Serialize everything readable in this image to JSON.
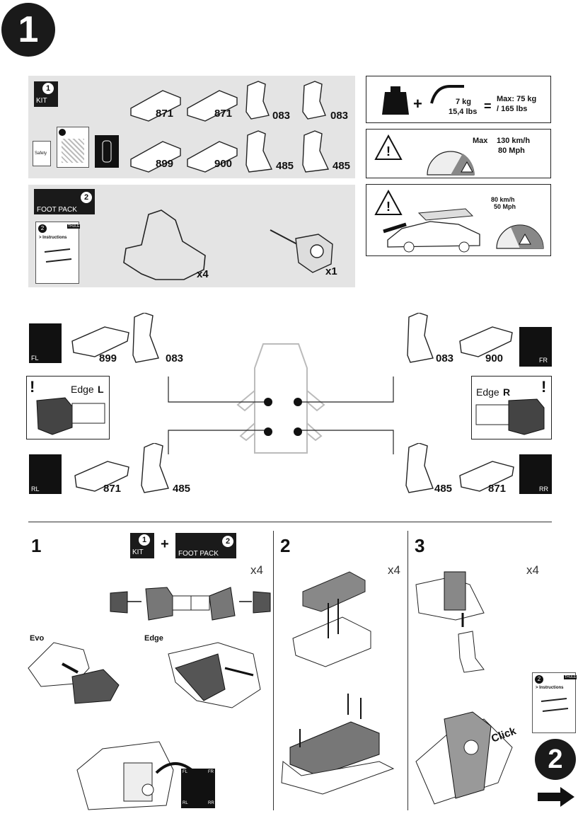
{
  "page": {
    "page_badge": "1",
    "next_page_badge": "2"
  },
  "kit": {
    "badge_num": "1",
    "badge_label": "KIT",
    "booklet_label": "Safety",
    "parts_row1": [
      "871",
      "871",
      "083",
      "083"
    ],
    "parts_row2": [
      "899",
      "900",
      "485",
      "485"
    ]
  },
  "footpack": {
    "badge_num": "2",
    "badge_label": "FOOT PACK",
    "booklet_num": "2",
    "booklet_label": "> Instructions",
    "booklet_brand": "THULE",
    "foot_qty": "x4",
    "key_qty": "x1"
  },
  "warnings": {
    "load_kg": "7 kg",
    "load_lbs": "15,4 lbs",
    "equals": "=",
    "plus": "+",
    "max_load_kg": "Max: 75 kg",
    "max_load_lbs": "/ 165 lbs",
    "speed_max_label": "Max",
    "speed_kmh": "130 km/h",
    "speed_mph": "80 Mph",
    "speed2_kmh": "80 km/h",
    "speed2_mph": "50 Mph"
  },
  "positions": {
    "fl": {
      "corner": "FL",
      "pad": "899",
      "bracket": "083"
    },
    "fr": {
      "corner": "FR",
      "pad": "900",
      "bracket": "083"
    },
    "rl": {
      "corner": "RL",
      "pad": "871",
      "bracket": "485"
    },
    "rr": {
      "corner": "RR",
      "pad": "871",
      "bracket": "485"
    },
    "edge_l": {
      "text": "Edge",
      "side": "L"
    },
    "edge_r": {
      "text": "Edge",
      "side": "R"
    }
  },
  "steps": {
    "step1": {
      "num": "1",
      "kit_num": "1",
      "kit_label": "KIT",
      "plus": "+",
      "fp_num": "2",
      "fp_label": "FOOT PACK",
      "qty": "x4",
      "evo": "Evo",
      "edge": "Edge"
    },
    "step2": {
      "num": "2",
      "qty": "x4"
    },
    "step3": {
      "num": "3",
      "qty": "x4",
      "click": "Click",
      "booklet_num": "2",
      "booklet_label": "> Instructions",
      "booklet_brand": "THULE"
    },
    "map_corners": [
      "FL",
      "FR",
      "RL",
      "RR"
    ]
  }
}
